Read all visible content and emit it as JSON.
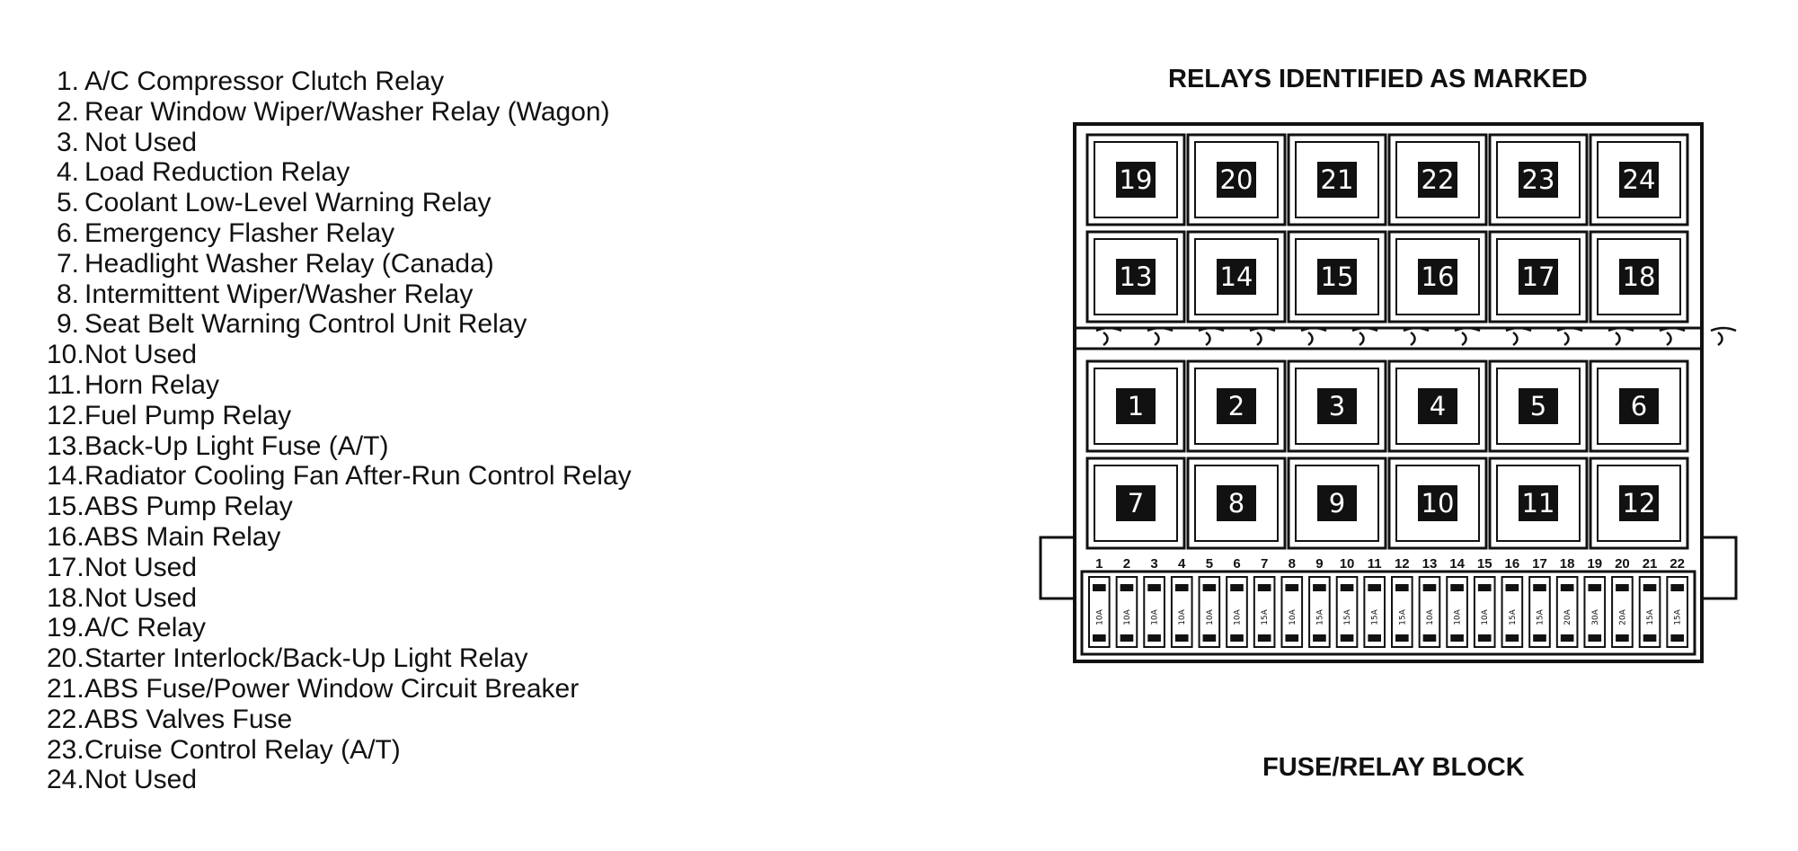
{
  "legend": [
    {
      "num": "1.",
      "label": "A/C Compressor Clutch Relay"
    },
    {
      "num": "2.",
      "label": "Rear Window Wiper/Washer Relay (Wagon)"
    },
    {
      "num": "3.",
      "label": "Not Used"
    },
    {
      "num": "4.",
      "label": "Load Reduction Relay"
    },
    {
      "num": "5.",
      "label": "Coolant Low-Level Warning Relay"
    },
    {
      "num": "6.",
      "label": "Emergency Flasher Relay"
    },
    {
      "num": "7.",
      "label": "Headlight Washer Relay (Canada)"
    },
    {
      "num": "8.",
      "label": "Intermittent Wiper/Washer Relay"
    },
    {
      "num": "9.",
      "label": "Seat Belt Warning Control Unit Relay"
    },
    {
      "num": "10.",
      "label": "Not Used"
    },
    {
      "num": "11.",
      "label": "Horn Relay"
    },
    {
      "num": "12.",
      "label": "Fuel Pump Relay"
    },
    {
      "num": "13.",
      "label": "Back-Up Light Fuse (A/T)"
    },
    {
      "num": "14.",
      "label": "Radiator Cooling Fan After-Run Control Relay"
    },
    {
      "num": "15.",
      "label": "ABS Pump Relay"
    },
    {
      "num": "16.",
      "label": "ABS Main Relay"
    },
    {
      "num": "17.",
      "label": "Not Used"
    },
    {
      "num": "18.",
      "label": "Not Used"
    },
    {
      "num": "19.",
      "label": "A/C Relay"
    },
    {
      "num": "20.",
      "label": "Starter Interlock/Back-Up Light Relay"
    },
    {
      "num": "21.",
      "label": "ABS Fuse/Power Window Circuit Breaker"
    },
    {
      "num": "22.",
      "label": "ABS Valves Fuse"
    },
    {
      "num": "23.",
      "label": "Cruise Control Relay (A/T)"
    },
    {
      "num": "24.",
      "label": "Not Used"
    }
  ],
  "diagram": {
    "top_caption": "RELAYS IDENTIFIED AS MARKED",
    "bottom_caption": "FUSE/RELAY BLOCK",
    "relay_rows": [
      [
        "19",
        "20",
        "21",
        "22",
        "23",
        "24"
      ],
      [
        "13",
        "14",
        "15",
        "16",
        "17",
        "18"
      ],
      [
        "1",
        "2",
        "3",
        "4",
        "5",
        "6"
      ],
      [
        "7",
        "8",
        "9",
        "10",
        "11",
        "12"
      ]
    ],
    "fuses": [
      {
        "num": "1",
        "amp": "10A"
      },
      {
        "num": "2",
        "amp": "10A"
      },
      {
        "num": "3",
        "amp": "10A"
      },
      {
        "num": "4",
        "amp": "10A"
      },
      {
        "num": "5",
        "amp": "10A"
      },
      {
        "num": "6",
        "amp": "10A"
      },
      {
        "num": "7",
        "amp": "15A"
      },
      {
        "num": "8",
        "amp": "10A"
      },
      {
        "num": "9",
        "amp": "15A"
      },
      {
        "num": "10",
        "amp": "15A"
      },
      {
        "num": "11",
        "amp": "15A"
      },
      {
        "num": "12",
        "amp": "15A"
      },
      {
        "num": "13",
        "amp": "10A"
      },
      {
        "num": "14",
        "amp": "10A"
      },
      {
        "num": "15",
        "amp": "10A"
      },
      {
        "num": "16",
        "amp": "15A"
      },
      {
        "num": "17",
        "amp": "15A"
      },
      {
        "num": "18",
        "amp": "20A"
      },
      {
        "num": "19",
        "amp": "30A"
      },
      {
        "num": "20",
        "amp": "20A"
      },
      {
        "num": "21",
        "amp": "15A"
      },
      {
        "num": "22",
        "amp": "15A"
      }
    ]
  }
}
